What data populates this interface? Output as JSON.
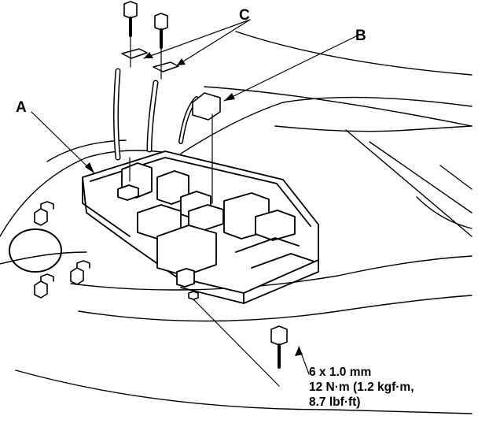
{
  "callouts": {
    "a": "A",
    "b": "B",
    "c": "C"
  },
  "torque_spec": {
    "bolt_size": "6 x 1.0 mm",
    "torque_line1": "12 N·m (1.2 kgf·m,",
    "torque_line2": "8.7 lbf·ft)"
  },
  "colors": {
    "line": "#000000",
    "background": "#ffffff"
  }
}
